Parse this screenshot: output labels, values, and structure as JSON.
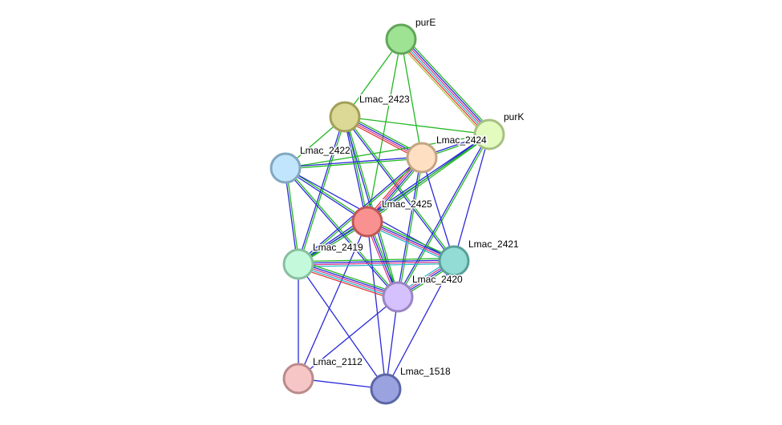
{
  "network": {
    "nodes": [
      {
        "id": "purE",
        "label": "purE",
        "fill": "#9ee293",
        "stroke": "#62a65a"
      },
      {
        "id": "Lmac_2423",
        "label": "Lmac_2423",
        "fill": "#dcd896",
        "stroke": "#a3a057"
      },
      {
        "id": "purK",
        "label": "purK",
        "fill": "#e4fbc0",
        "stroke": "#a7c083"
      },
      {
        "id": "Lmac_2424",
        "label": "Lmac_2424",
        "fill": "#fedfc1",
        "stroke": "#c4a584"
      },
      {
        "id": "Lmac_2422",
        "label": "Lmac_2422",
        "fill": "#c0e5fc",
        "stroke": "#82a7c0"
      },
      {
        "id": "Lmac_2425",
        "label": "Lmac_2425",
        "fill": "#f99190",
        "stroke": "#c05656"
      },
      {
        "id": "Lmac_2419",
        "label": "Lmac_2419",
        "fill": "#c4fadb",
        "stroke": "#87bf9f"
      },
      {
        "id": "Lmac_2421",
        "label": "Lmac_2421",
        "fill": "#93dcd5",
        "stroke": "#58a099"
      },
      {
        "id": "Lmac_2420",
        "label": "Lmac_2420",
        "fill": "#d5c1fd",
        "stroke": "#9a86c2"
      },
      {
        "id": "Lmac_2112",
        "label": "Lmac_2112",
        "fill": "#f6c6c7",
        "stroke": "#bb8a8b"
      },
      {
        "id": "Lmac_1518",
        "label": "Lmac_1518",
        "fill": "#9aa3e0",
        "stroke": "#5c66a6"
      }
    ],
    "evidence_colors": {
      "textmining": "#22b822",
      "coexpression": "#2a2ad8",
      "experiments": "#d63c8e",
      "databases": "#29b8c7",
      "neighborhood": "#1d1d1d",
      "fusion": "#e53a3a",
      "cooccurrence": "#b5c24a"
    },
    "edges": [
      {
        "source": "purE",
        "target": "purK",
        "types": [
          "textmining",
          "coexpression",
          "experiments",
          "databases",
          "fusion",
          "cooccurrence"
        ]
      },
      {
        "source": "purE",
        "target": "Lmac_2423",
        "types": [
          "textmining"
        ]
      },
      {
        "source": "purE",
        "target": "Lmac_2424",
        "types": [
          "textmining"
        ]
      },
      {
        "source": "purE",
        "target": "Lmac_2425",
        "types": [
          "textmining"
        ]
      },
      {
        "source": "Lmac_2423",
        "target": "Lmac_2424",
        "types": [
          "textmining",
          "coexpression",
          "experiments",
          "fusion"
        ]
      },
      {
        "source": "Lmac_2423",
        "target": "purK",
        "types": [
          "textmining"
        ]
      },
      {
        "source": "Lmac_2423",
        "target": "Lmac_2422",
        "types": [
          "textmining"
        ]
      },
      {
        "source": "Lmac_2423",
        "target": "Lmac_2425",
        "types": [
          "textmining",
          "coexpression"
        ]
      },
      {
        "source": "Lmac_2423",
        "target": "Lmac_2419",
        "types": [
          "textmining",
          "coexpression"
        ]
      },
      {
        "source": "Lmac_2423",
        "target": "Lmac_2421",
        "types": [
          "textmining",
          "coexpression"
        ]
      },
      {
        "source": "Lmac_2423",
        "target": "Lmac_2420",
        "types": [
          "textmining",
          "coexpression"
        ]
      },
      {
        "source": "purK",
        "target": "Lmac_2424",
        "types": [
          "textmining",
          "coexpression"
        ]
      },
      {
        "source": "purK",
        "target": "Lmac_2422",
        "types": [
          "textmining"
        ]
      },
      {
        "source": "purK",
        "target": "Lmac_2425",
        "types": [
          "textmining",
          "coexpression"
        ]
      },
      {
        "source": "purK",
        "target": "Lmac_2419",
        "types": [
          "textmining",
          "coexpression"
        ]
      },
      {
        "source": "purK",
        "target": "Lmac_2421",
        "types": [
          "coexpression"
        ]
      },
      {
        "source": "purK",
        "target": "Lmac_2420",
        "types": [
          "textmining",
          "coexpression"
        ]
      },
      {
        "source": "Lmac_2424",
        "target": "Lmac_2422",
        "types": [
          "textmining",
          "coexpression"
        ]
      },
      {
        "source": "Lmac_2424",
        "target": "Lmac_2425",
        "types": [
          "textmining",
          "coexpression",
          "experiments",
          "fusion"
        ]
      },
      {
        "source": "Lmac_2424",
        "target": "Lmac_2419",
        "types": [
          "textmining",
          "coexpression"
        ]
      },
      {
        "source": "Lmac_2424",
        "target": "Lmac_2421",
        "types": [
          "coexpression"
        ]
      },
      {
        "source": "Lmac_2424",
        "target": "Lmac_2420",
        "types": [
          "textmining",
          "coexpression"
        ]
      },
      {
        "source": "Lmac_2422",
        "target": "Lmac_2425",
        "types": [
          "textmining",
          "coexpression"
        ]
      },
      {
        "source": "Lmac_2422",
        "target": "Lmac_2419",
        "types": [
          "textmining",
          "coexpression"
        ]
      },
      {
        "source": "Lmac_2422",
        "target": "Lmac_2421",
        "types": [
          "coexpression"
        ]
      },
      {
        "source": "Lmac_2422",
        "target": "Lmac_2420",
        "types": [
          "textmining",
          "coexpression"
        ]
      },
      {
        "source": "Lmac_2425",
        "target": "Lmac_2419",
        "types": [
          "textmining",
          "coexpression"
        ]
      },
      {
        "source": "Lmac_2425",
        "target": "Lmac_2421",
        "types": [
          "textmining",
          "coexpression",
          "experiments",
          "databases"
        ]
      },
      {
        "source": "Lmac_2425",
        "target": "Lmac_2420",
        "types": [
          "textmining",
          "coexpression",
          "experiments"
        ]
      },
      {
        "source": "Lmac_2425",
        "target": "Lmac_2112",
        "types": [
          "coexpression"
        ]
      },
      {
        "source": "Lmac_2425",
        "target": "Lmac_1518",
        "types": [
          "coexpression"
        ]
      },
      {
        "source": "Lmac_2419",
        "target": "Lmac_2421",
        "types": [
          "textmining",
          "coexpression",
          "experiments",
          "databases"
        ]
      },
      {
        "source": "Lmac_2419",
        "target": "Lmac_2420",
        "types": [
          "textmining",
          "coexpression",
          "experiments",
          "databases",
          "fusion"
        ]
      },
      {
        "source": "Lmac_2419",
        "target": "Lmac_2112",
        "types": [
          "coexpression"
        ]
      },
      {
        "source": "Lmac_2419",
        "target": "Lmac_1518",
        "types": [
          "coexpression"
        ]
      },
      {
        "source": "Lmac_2421",
        "target": "Lmac_2420",
        "types": [
          "textmining",
          "coexpression",
          "experiments",
          "databases"
        ]
      },
      {
        "source": "Lmac_2421",
        "target": "Lmac_1518",
        "types": [
          "coexpression"
        ]
      },
      {
        "source": "Lmac_2420",
        "target": "Lmac_2112",
        "types": [
          "coexpression"
        ]
      },
      {
        "source": "Lmac_2420",
        "target": "Lmac_1518",
        "types": [
          "coexpression"
        ]
      },
      {
        "source": "Lmac_2112",
        "target": "Lmac_1518",
        "types": [
          "coexpression"
        ]
      }
    ]
  }
}
